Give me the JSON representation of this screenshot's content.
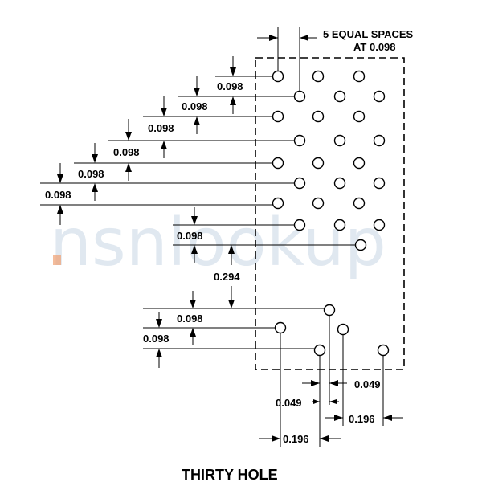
{
  "diagram": {
    "title": "THIRTY HOLE",
    "note_line1": "5 EQUAL SPACES",
    "note_line2": "AT 0.098",
    "watermark": "nsnlookup",
    "dimensions": {
      "row_spacing_1": "0.098",
      "row_spacing_2": "0.098",
      "row_spacing_3": "0.098",
      "row_spacing_4": "0.098",
      "row_spacing_5": "0.098",
      "row_spacing_6": "0.098",
      "row_spacing_7": "0.098",
      "gap_vertical": "0.294",
      "lower_row_spacing_1": "0.098",
      "lower_row_spacing_2": "0.098",
      "offset_left": "0.049",
      "offset_right": "0.049",
      "horizontal_left": "0.196",
      "horizontal_right": "0.196"
    }
  }
}
